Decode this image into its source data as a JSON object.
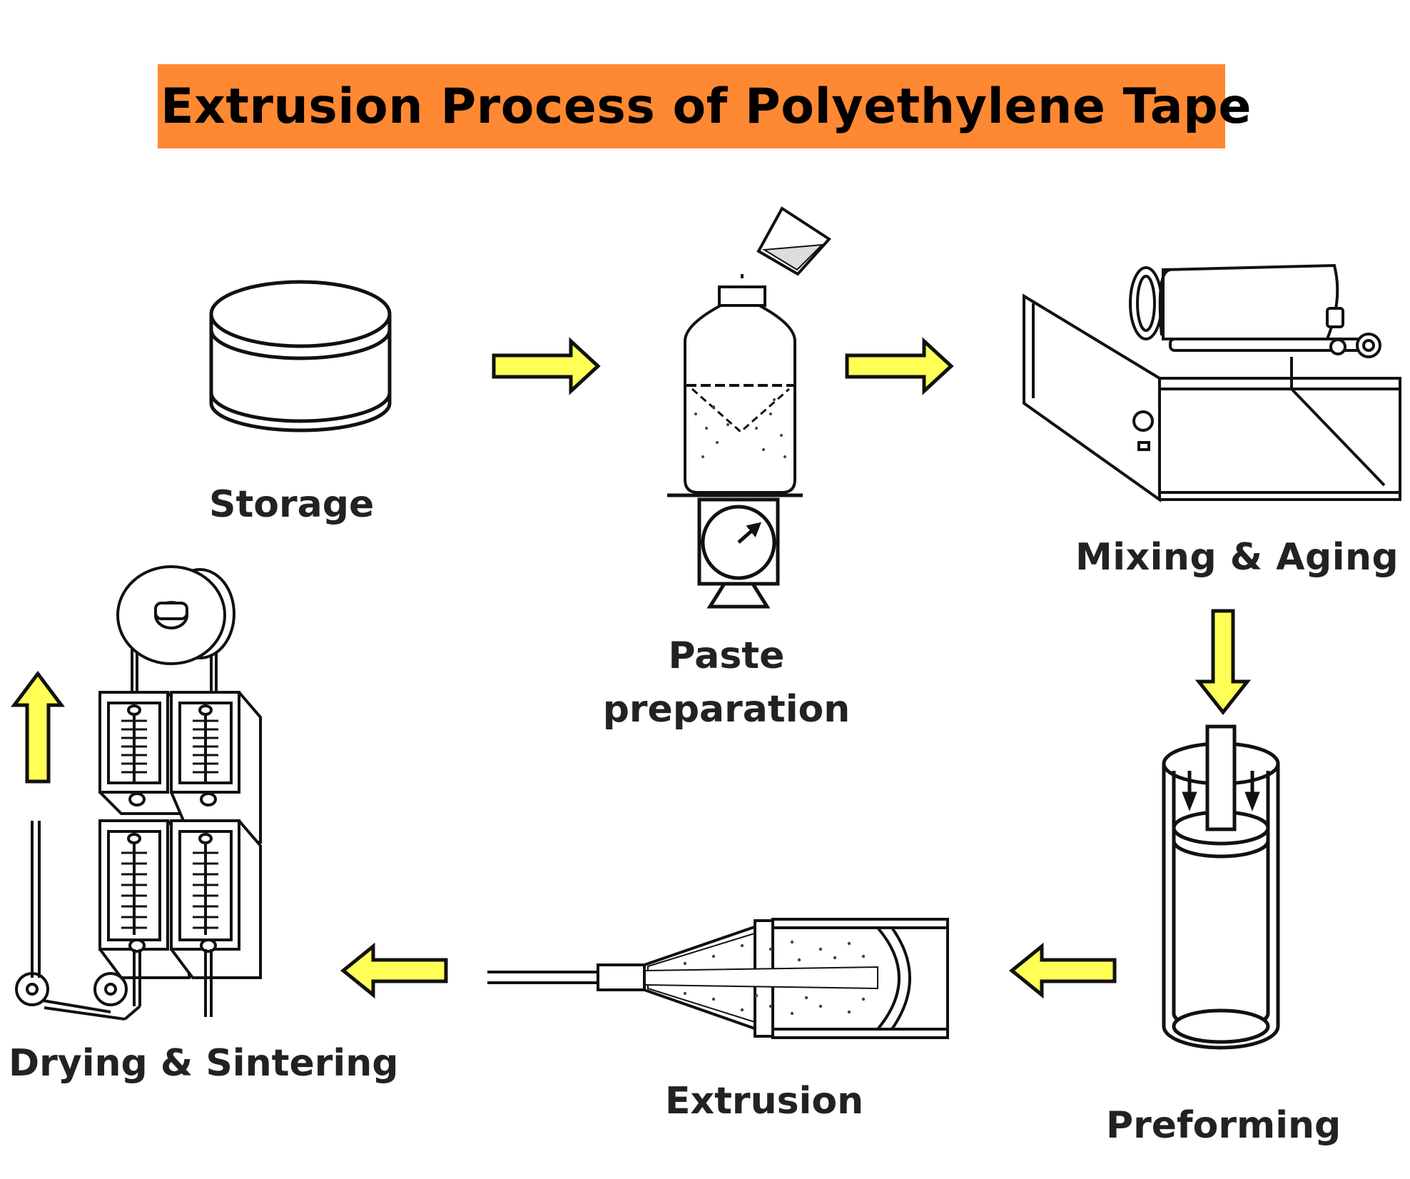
{
  "title": "Extrusion Process of Polyethylene Tape",
  "colors": {
    "title_bg": "#FF8833",
    "arrow_fill": "#FFFF55",
    "line": "#111111"
  },
  "steps": [
    {
      "id": "storage",
      "label": "Storage"
    },
    {
      "id": "paste",
      "label_line1": "Paste",
      "label_line2": "preparation"
    },
    {
      "id": "mixing",
      "label": "Mixing  & Aging"
    },
    {
      "id": "preforming",
      "label": "Preforming"
    },
    {
      "id": "extrusion",
      "label": "Extrusion"
    },
    {
      "id": "drying",
      "label": "Drying & Sintering"
    }
  ]
}
